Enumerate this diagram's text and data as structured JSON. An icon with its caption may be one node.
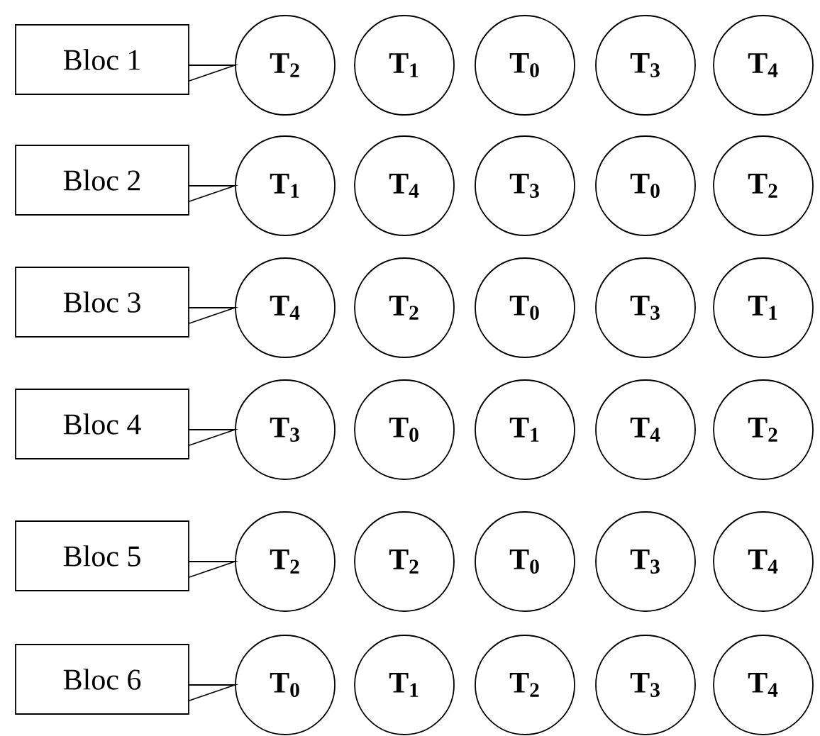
{
  "diagram": {
    "nodes": [
      {
        "text": [
          "Bloc 1"
        ]
      },
      {
        "text": [
          "T$_{2}$"
        ]
      },
      {
        "text": [
          "T$_{1}$"
        ]
      },
      {
        "text": [
          "T$_{0}$"
        ]
      },
      {
        "text": [
          "T$_{3}$"
        ]
      },
      {
        "text": [
          "T$_{4}$"
        ]
      },
      {
        "text": [
          "Bloc 2"
        ]
      },
      {
        "text": [
          "T$_{1}$"
        ]
      },
      {
        "text": [
          "T$_{4}$"
        ]
      },
      {
        "text": [
          "T$_{3}$"
        ]
      },
      {
        "text": [
          "T$_{0}$"
        ]
      },
      {
        "text": [
          "T$_{2}$"
        ]
      },
      {
        "text": [
          "Bloc 3"
        ]
      },
      {
        "text": [
          "T$_{4}$"
        ]
      },
      {
        "text": [
          "T$_{2}$"
        ]
      },
      {
        "text": [
          "T$_{0}$"
        ]
      },
      {
        "text": [
          "T$_{3}$"
        ]
      },
      {
        "text": [
          "T$_{1}$"
        ]
      },
      {
        "text": [
          "Bloc 4"
        ]
      },
      {
        "text": [
          "T$_{3}$"
        ]
      },
      {
        "text": [
          "T$_{0}$"
        ]
      },
      {
        "text": [
          "T$_{1}$"
        ]
      },
      {
        "text": [
          "T$_{4}$"
        ]
      },
      {
        "text": [
          "T$_{2}$"
        ]
      },
      {
        "text": [
          "Bloc 5"
        ]
      },
      {
        "text": [
          "T$_{2}$"
        ]
      },
      {
        "text": [
          "T$_{2}$"
        ]
      },
      {
        "text": [
          "T$_{0}$"
        ]
      },
      {
        "text": [
          "T$_{3}$"
        ]
      },
      {
        "text": [
          "T$_{4}$"
        ]
      },
      {
        "text": [
          "Bloc 6"
        ]
      },
      {
        "text": [
          "T$_{0}$"
        ]
      },
      {
        "text": [
          "T$_{1}$"
        ]
      },
      {
        "text": [
          "T$_{2}$"
        ]
      },
      {
        "text": [
          "T$_{3}$"
        ]
      },
      {
        "text": [
          "T$_{4}$"
        ]
      }
    ],
    "edges": [
      {
        "from": 0,
        "to": 1,
        "arrow": "none"
      },
      {
        "from": 6,
        "to": 7,
        "arrow": "none"
      },
      {
        "from": 12,
        "to": 13,
        "arrow": "none"
      },
      {
        "from": 18,
        "to": 19,
        "arrow": "none"
      },
      {
        "from": 24,
        "to": 25,
        "arrow": "none"
      },
      {
        "from": 30,
        "to": 31,
        "arrow": "none"
      }
    ]
  }
}
